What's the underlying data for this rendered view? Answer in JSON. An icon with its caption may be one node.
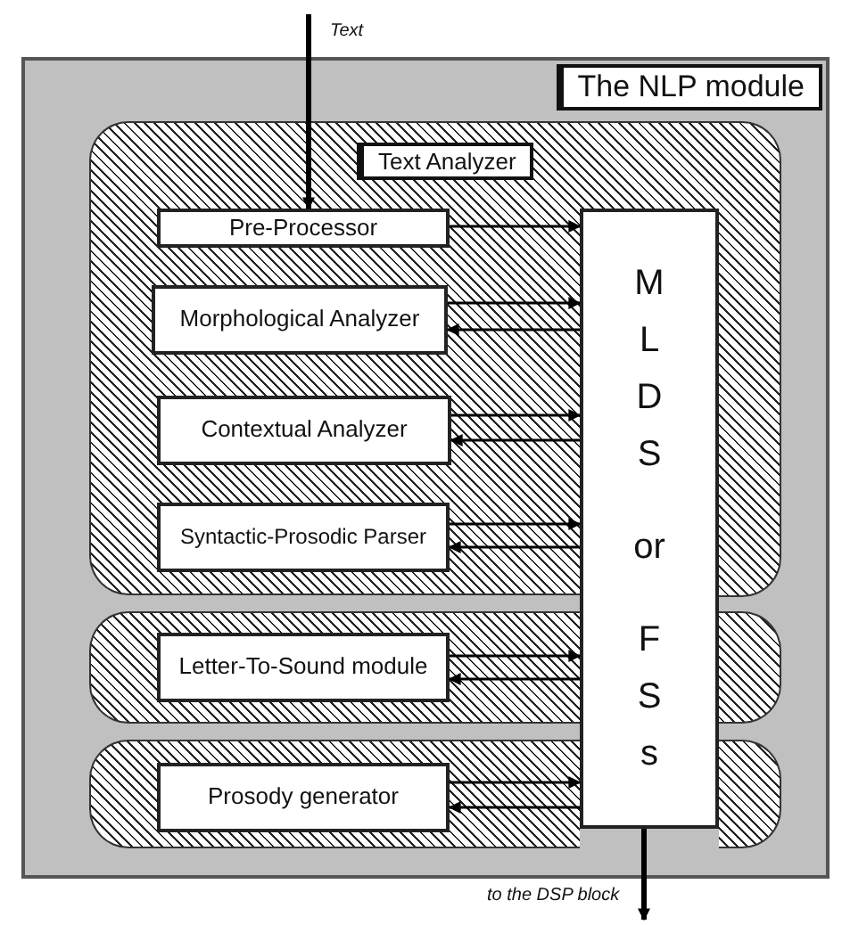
{
  "diagram": {
    "nodes": [
      {
        "text": [
          "The NLP module"
        ]
      },
      {
        "text": [
          "Text Analyzer"
        ],
        "in": 0
      },
      {
        "text": [
          "Pre-Processor"
        ],
        "in": 1
      },
      {
        "text": [
          "Morphological Analyzer"
        ],
        "in": 1
      },
      {
        "text": [
          "Contextual Analyzer"
        ],
        "in": 1
      },
      {
        "text": [
          "Syntactic-Prosodic Parser"
        ],
        "in": 1
      },
      {
        "text": [],
        "shape": "box",
        "in": 0
      },
      {
        "text": [
          "Letter-To-Sound module"
        ],
        "in": 6
      },
      {
        "text": [],
        "shape": "box",
        "in": 0
      },
      {
        "text": [
          "Prosody generator"
        ],
        "in": 8
      },
      {
        "text": [
          "MLDS",
          "or",
          "FSs"
        ],
        "in": 0
      }
    ],
    "edges": [
      {
        "from": null,
        "to": 2,
        "arrow": "to",
        "label": "Text",
        "style": "thick"
      },
      {
        "from": 2,
        "to": 10,
        "arrow": "to"
      },
      {
        "from": 3,
        "to": 10,
        "arrow": "to"
      },
      {
        "from": 10,
        "to": 3,
        "arrow": "to"
      },
      {
        "from": 4,
        "to": 10,
        "arrow": "to"
      },
      {
        "from": 10,
        "to": 4,
        "arrow": "to"
      },
      {
        "from": 5,
        "to": 10,
        "arrow": "to"
      },
      {
        "from": 10,
        "to": 5,
        "arrow": "to"
      },
      {
        "from": 7,
        "to": 10,
        "arrow": "to"
      },
      {
        "from": 10,
        "to": 7,
        "arrow": "to"
      },
      {
        "from": 9,
        "to": 10,
        "arrow": "to"
      },
      {
        "from": 10,
        "to": 9,
        "arrow": "to"
      },
      {
        "from": 10,
        "to": null,
        "arrow": "to",
        "label": "to the DSP block",
        "style": "thick"
      }
    ]
  }
}
